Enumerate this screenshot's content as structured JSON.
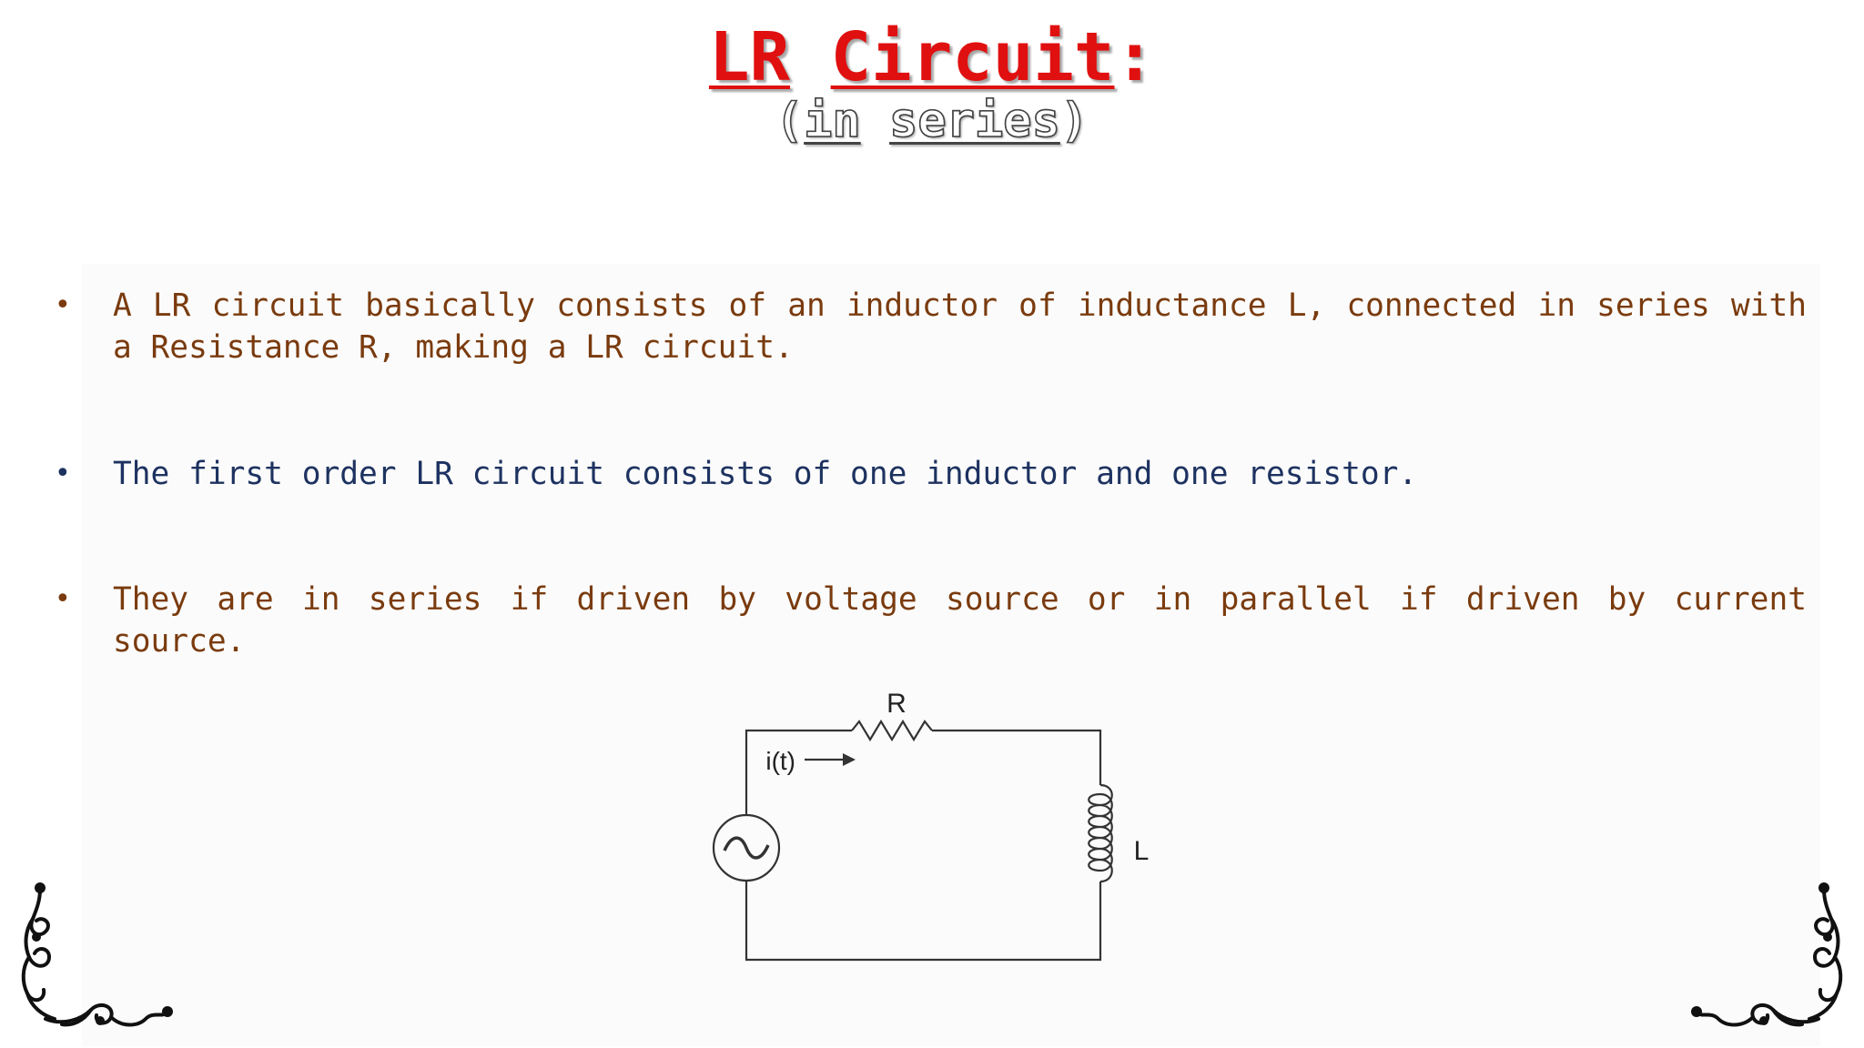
{
  "slide": {
    "title_part1": "LR",
    "title_part2": "Circuit",
    "title_colon": ":",
    "subtitle_open": "(",
    "subtitle_part1": "in",
    "subtitle_part2": "series",
    "subtitle_close": ")",
    "bullets": [
      {
        "text": "A LR circuit basically consists of an inductor of inductance L, connected in series with a Resistance R, making a LR circuit.",
        "color": "#7a3b0e"
      },
      {
        "text": "The first order LR circuit consists of one inductor and one resistor.",
        "color": "#1d3260"
      },
      {
        "text": "They are in series if driven by voltage source or in parallel if driven by current source.",
        "color": "#7a3b0e"
      }
    ],
    "bullet_glyph": "•"
  },
  "circuit": {
    "resistor_label": "R",
    "inductor_label": "L",
    "current_label": "i(t)",
    "source_symbol": "~",
    "icons": [
      "ac-source-icon",
      "resistor-icon",
      "inductor-icon",
      "arrow-right-icon"
    ]
  },
  "decor": {
    "icons": [
      "scroll-ornament-icon"
    ],
    "title_color": "#e01010"
  }
}
